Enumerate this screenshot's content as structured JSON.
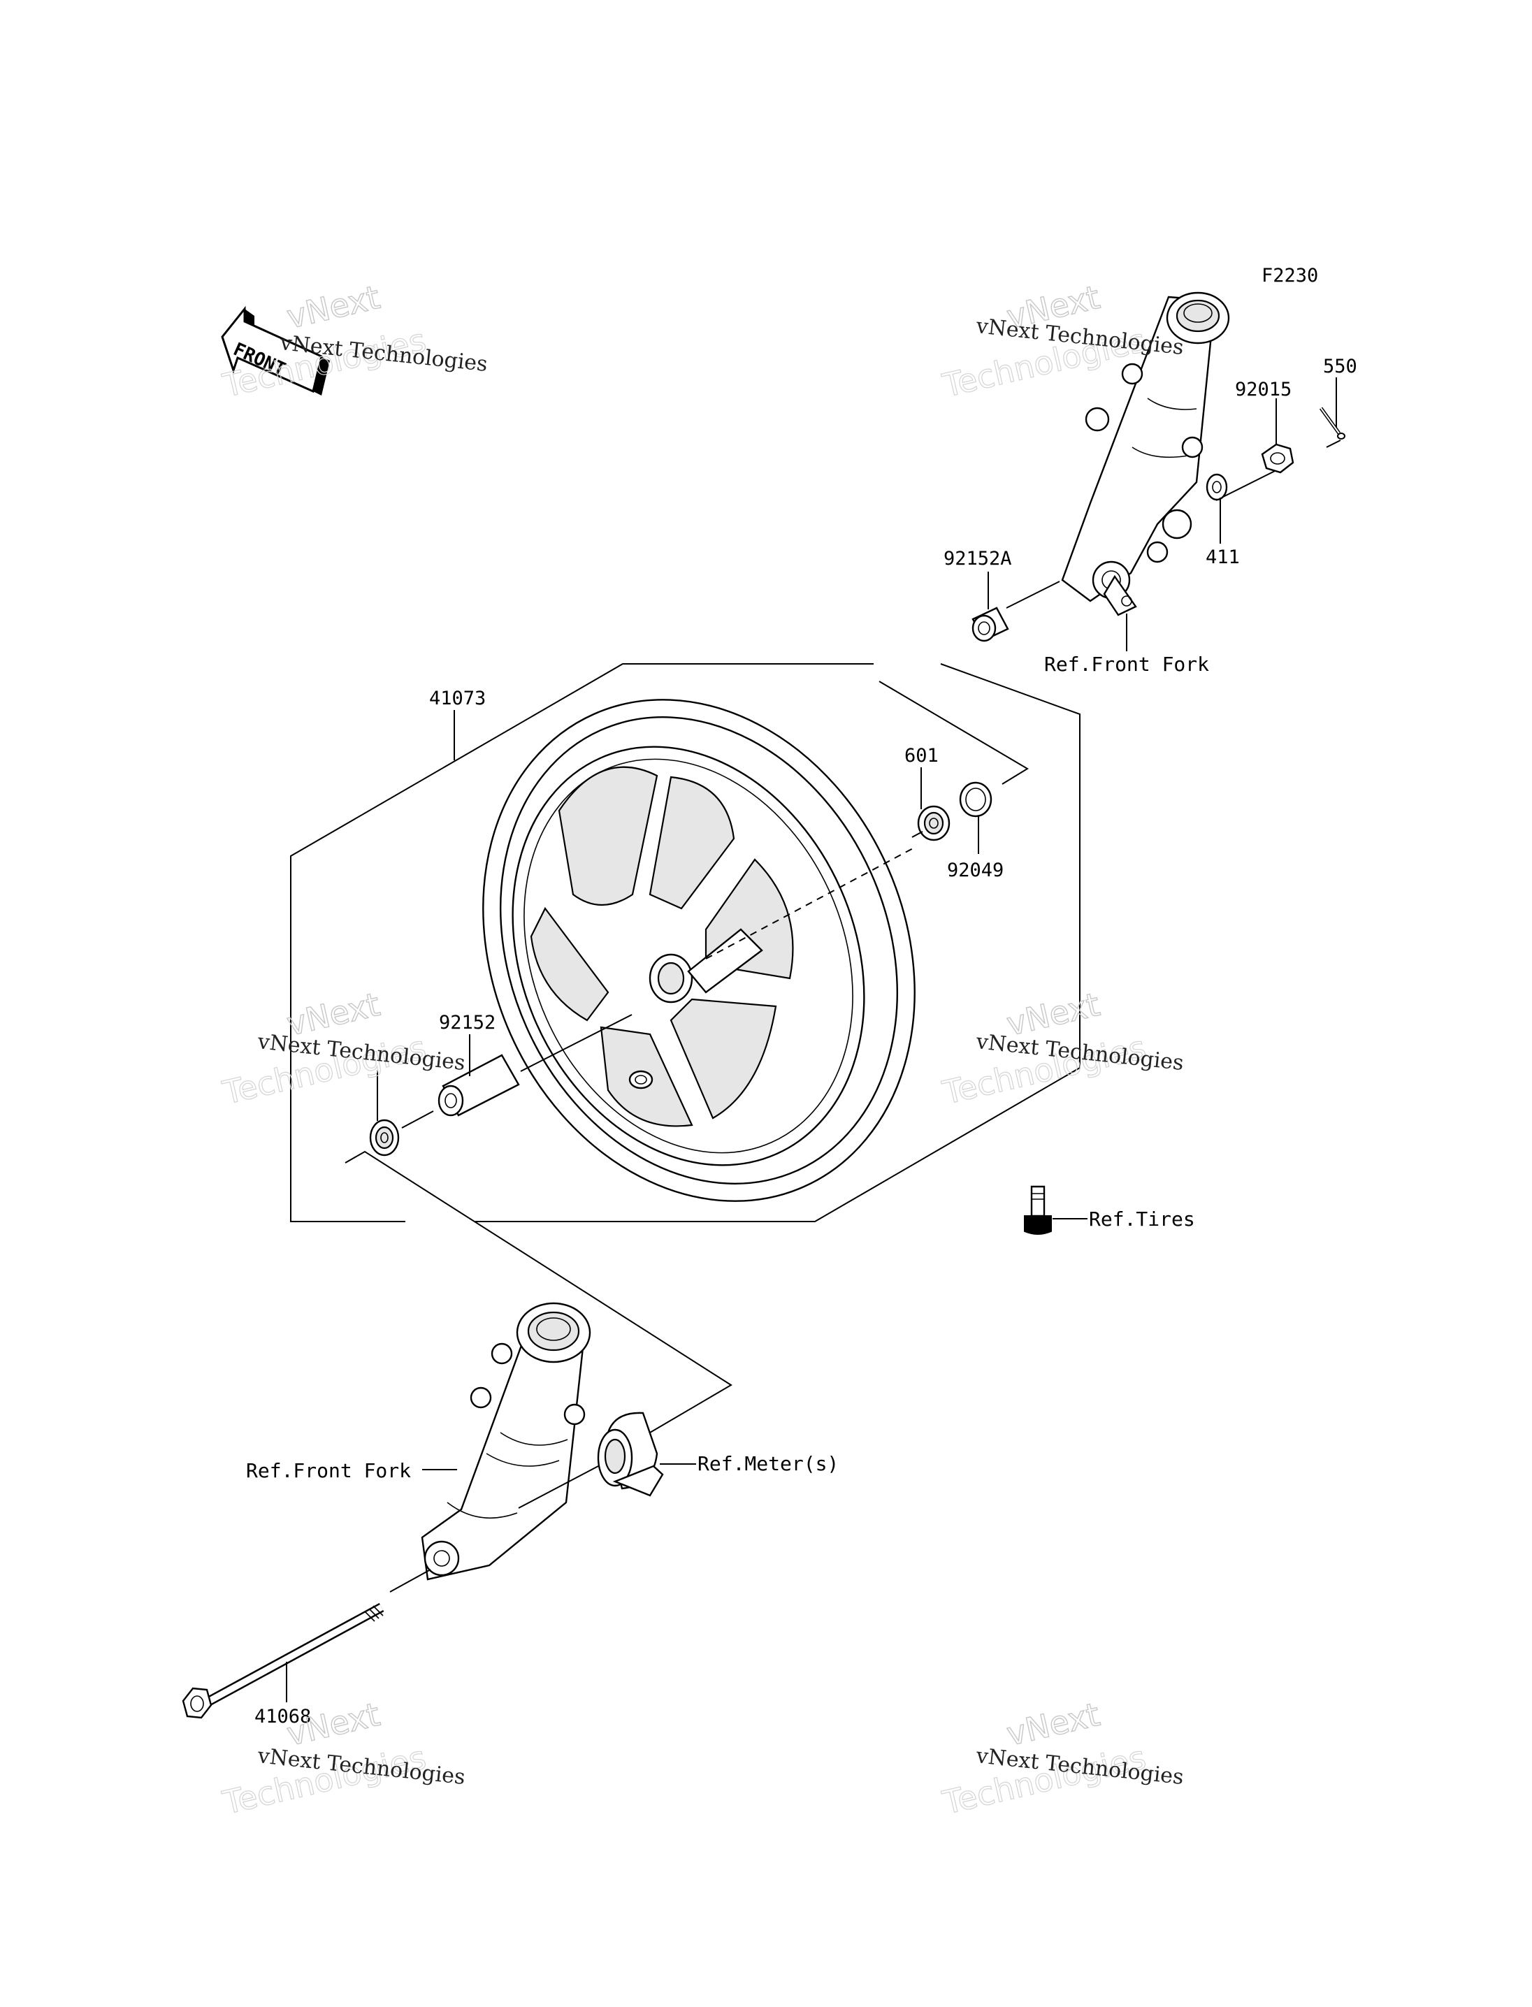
{
  "diagram": {
    "figure_code": "F2230",
    "front_badge": "FRONT",
    "watermark": {
      "line1": "vNext Technologies",
      "outline_word_a": "vNext",
      "outline_word_b": "Technologies"
    },
    "part_numbers": {
      "p550": "550",
      "p92015": "92015",
      "p411": "411",
      "p92152A": "92152A",
      "p41073": "41073",
      "p601": "601",
      "p92049": "92049",
      "p92152": "92152",
      "p41068": "41068"
    },
    "references": {
      "front_fork_upper": "Ref.Front Fork",
      "front_fork_lower": "Ref.Front Fork",
      "tires": "Ref.Tires",
      "meters": "Ref.Meter(s)"
    }
  }
}
